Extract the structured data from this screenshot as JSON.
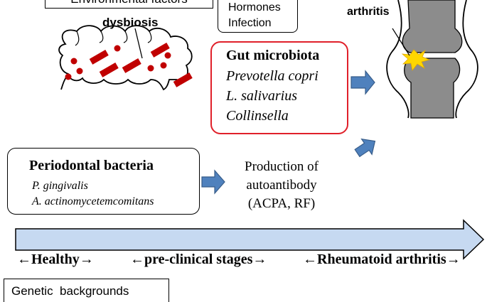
{
  "env_factors_label": "Environmental factors",
  "other_factors": [
    "Hormones",
    "Infection"
  ],
  "dysbiosis_label": "dysbiosis",
  "arthritis_label": "arthritis",
  "gut_microbiota": {
    "title": "Gut microbiota",
    "species": [
      "Prevotella copri",
      "L. salivarius",
      "Collinsella"
    ]
  },
  "periodontal": {
    "title": "Periodontal bacteria",
    "species": [
      "P. gingivalis",
      "A. actinomycetemcomitans"
    ]
  },
  "autoantibody": {
    "lines": [
      "Production of",
      "autoantibody",
      "(ACPA, RF)"
    ]
  },
  "stages": {
    "healthy": "←Healthy→",
    "preclinical": "←pre-clinical stages→",
    "ra": "←Rheumatoid arthritis→"
  },
  "genetic_label": "Genetic  backgrounds",
  "colors": {
    "arrow_fill": "#4f81bd",
    "arrow_stroke": "#385d8a",
    "timeline_fill": "#c6d9f1",
    "gut_border": "#e0202a",
    "bacteria_red": "#c00000",
    "bone_gray": "#8c8c8c",
    "flash_yellow": "#ffd700"
  }
}
